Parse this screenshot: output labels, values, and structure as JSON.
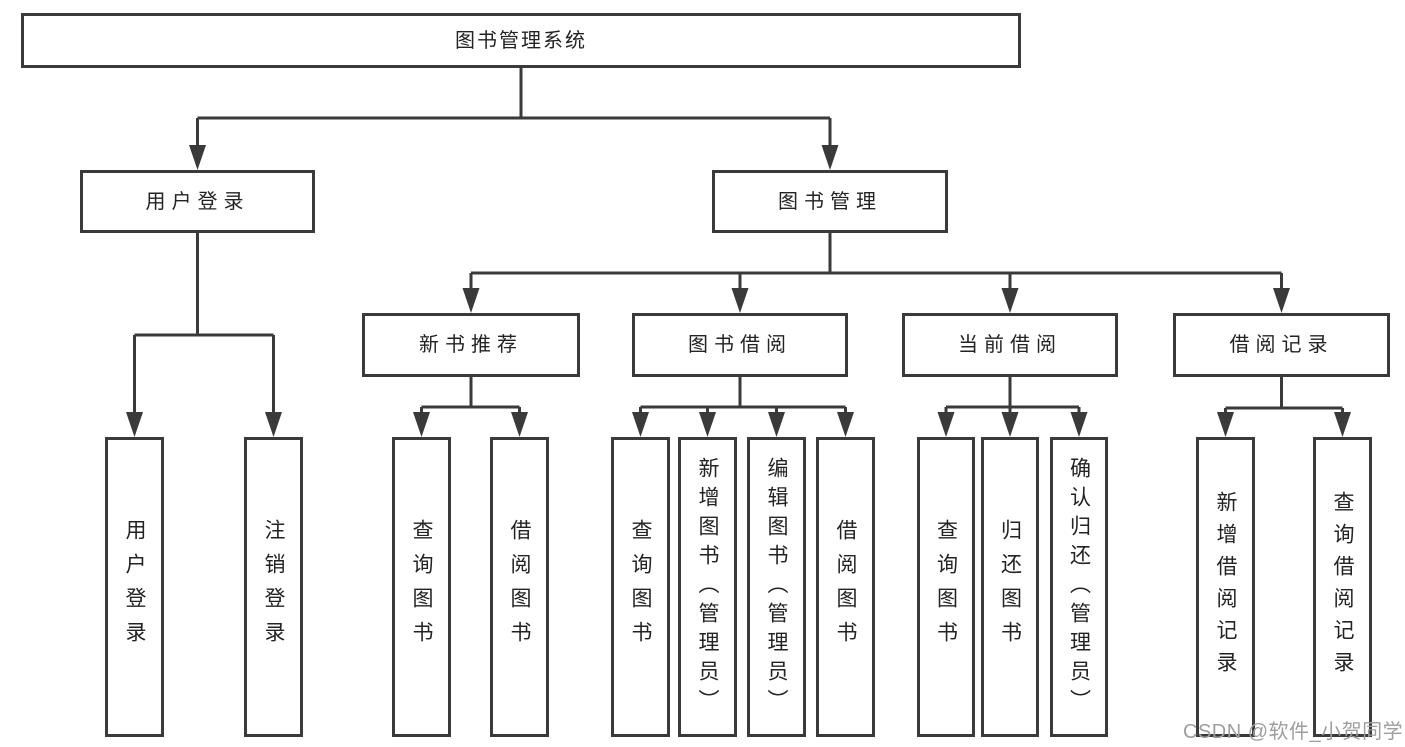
{
  "diagram_title": "图书管理系统",
  "nodes": {
    "root": {
      "label": "图书管理系统"
    },
    "user_login": {
      "label": "用户登录"
    },
    "book_management": {
      "label": "图书管理"
    },
    "new_book_recommend": {
      "label": "新书推荐"
    },
    "book_borrowing": {
      "label": "图书借阅"
    },
    "current_borrowing": {
      "label": "当前借阅"
    },
    "borrowing_records": {
      "label": "借阅记录"
    },
    "leaf_user_login": {
      "label": "用户登录"
    },
    "leaf_logout": {
      "label": "注销登录"
    },
    "leaf_query_books_recommend": {
      "label": "查询图书"
    },
    "leaf_borrow_books_recommend": {
      "label": "借阅图书"
    },
    "leaf_query_books_borrowing": {
      "label": "查询图书"
    },
    "leaf_add_books_admin": {
      "label": "新增图书（管理员）"
    },
    "leaf_edit_books_admin": {
      "label": "编辑图书（管理员）"
    },
    "leaf_borrow_books_borrowing": {
      "label": "借阅图书"
    },
    "leaf_query_books_current": {
      "label": "查询图书"
    },
    "leaf_return_books": {
      "label": "归还图书"
    },
    "leaf_confirm_return_admin": {
      "label": "确认归还（管理员）"
    },
    "leaf_add_borrow_record": {
      "label": "新增借阅记录"
    },
    "leaf_query_borrow_record": {
      "label": "查询借阅记录"
    }
  },
  "hierarchy": {
    "图书管理系统": {
      "用户登录": [
        "用户登录",
        "注销登录"
      ],
      "图书管理": {
        "新书推荐": [
          "查询图书",
          "借阅图书"
        ],
        "图书借阅": [
          "查询图书",
          "新增图书（管理员）",
          "编辑图书（管理员）",
          "借阅图书"
        ],
        "当前借阅": [
          "查询图书",
          "归还图书",
          "确认归还（管理员）"
        ],
        "借阅记录": [
          "新增借阅记录",
          "查询借阅记录"
        ]
      }
    }
  },
  "watermark": {
    "text": "CSDN @软件_小贺同学"
  },
  "colors": {
    "line": "#3a3a3a",
    "box_border": "#3a3a3a",
    "box_background": "#ffffff",
    "text": "#232323",
    "watermark": "#9e9e9e",
    "page_background": "#ffffff"
  }
}
